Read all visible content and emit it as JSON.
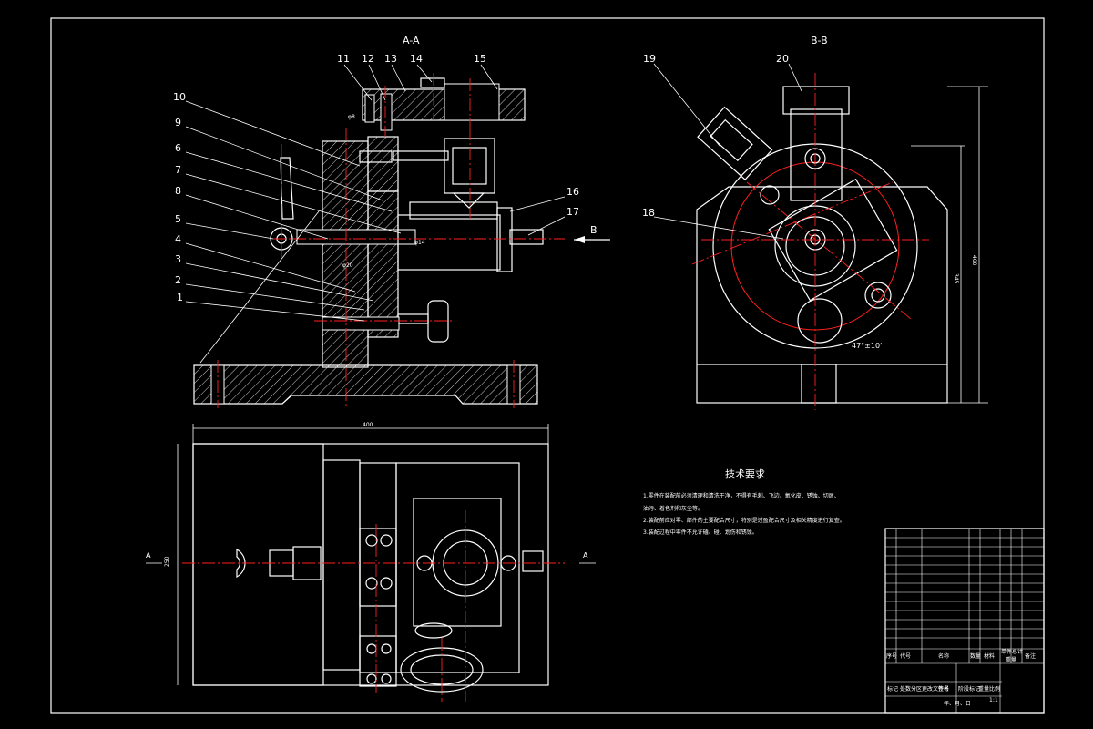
{
  "views": {
    "section_aa": "A-A",
    "section_bb": "B-B",
    "arrow_b": "B",
    "cut_left": "A",
    "cut_right": "A"
  },
  "callouts_aa": [
    "1",
    "2",
    "3",
    "4",
    "5",
    "6",
    "7",
    "8",
    "9",
    "10",
    "11",
    "12",
    "13",
    "14",
    "15",
    "16",
    "17"
  ],
  "callouts_bb": [
    "18",
    "19",
    "20"
  ],
  "angle_note": "47°±10'",
  "tech_requirements": {
    "title": "技术要求",
    "items": [
      "1.零件在装配前必须清理和清洗干净，不得有毛刺、飞边、氧化皮、锈蚀、切屑、",
      "油污、着色剂和灰尘等。",
      "2.装配前应对零、部件的主要配合尺寸，特别是过盈配合尺寸及相关精度进行复查。",
      "3.装配过程中零件不允许磕、碰、划伤和锈蚀。"
    ]
  },
  "title_block": {
    "header": [
      "序号",
      "代号",
      "名称",
      "数量",
      "材料",
      "单件",
      "总计",
      "备注"
    ],
    "sub": [
      "重量"
    ],
    "footer": [
      "标记",
      "处数",
      "分区",
      "更改文件号",
      "签名",
      "年、月、日",
      "阶段标记",
      "重量",
      "比例"
    ],
    "scale": "1:1"
  }
}
